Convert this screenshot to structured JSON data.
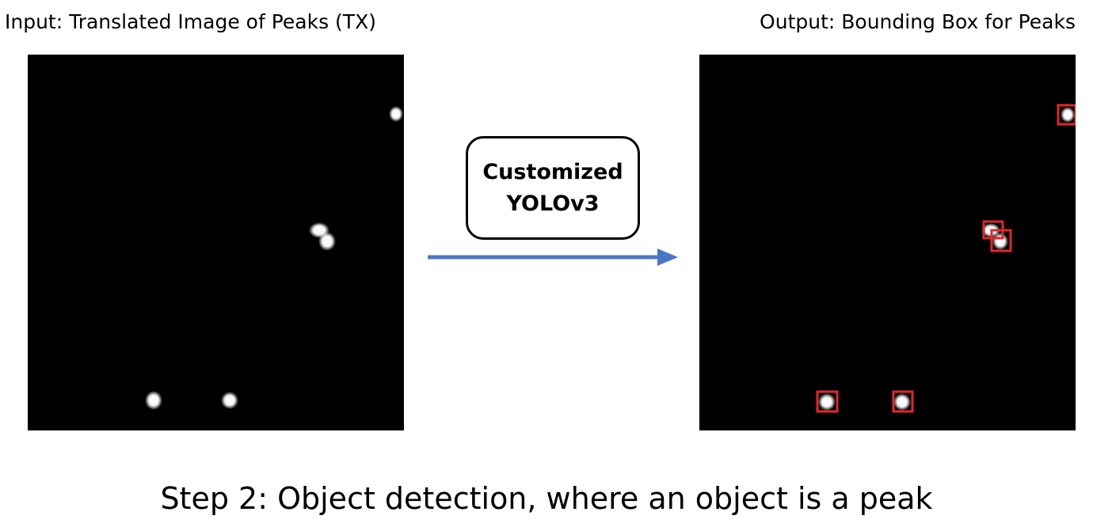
{
  "input": {
    "title": "Input: Translated Image of Peaks (TX)"
  },
  "output": {
    "title": "Output: Bounding Box for Peaks",
    "box_color": "#e3262a"
  },
  "model": {
    "label": "Customized\nYOLOv3"
  },
  "arrow": {
    "color": "#4a76c6"
  },
  "caption": "Step 2: Object detection, where an object is a peak"
}
